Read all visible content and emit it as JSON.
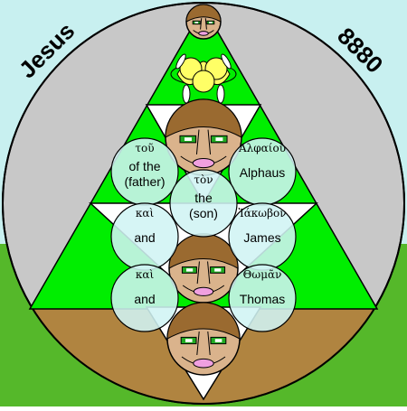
{
  "title_left": "Jesus",
  "title_right": "8880",
  "phrases": [
    {
      "greek": "τοῦ",
      "english": [
        "of the",
        "(father)"
      ]
    },
    {
      "greek": "Ἀλφαίου",
      "english": [
        "Alphaus"
      ]
    },
    {
      "greek": "τὸν",
      "english": [
        "the",
        "(son)"
      ]
    },
    {
      "greek": "καὶ",
      "english": [
        "and"
      ]
    },
    {
      "greek": "Ἰάκωβον",
      "english": [
        "James"
      ]
    },
    {
      "greek": "καὶ",
      "english": [
        "and"
      ]
    },
    {
      "greek": "Θωμᾶν",
      "english": [
        "Thomas"
      ]
    }
  ],
  "colors": {
    "sky": "#c8f0f0",
    "grass": "#55b82a",
    "earth": "#b08440",
    "disc": "#c8c8c8",
    "triangle_green": "#00ee00",
    "triangle_white": "#ffffff",
    "circle_fill": "#d0f4f4",
    "face_skin": "#dab38c",
    "hair": "#9a6a30",
    "eye_green": "#22aa22",
    "flower": "#ffff66"
  }
}
